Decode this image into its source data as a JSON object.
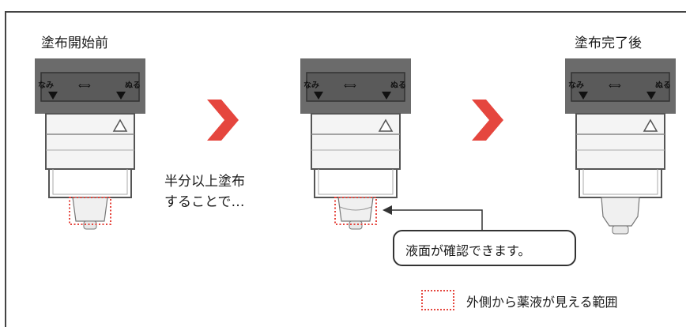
{
  "stages": [
    {
      "label": "塗布開始前"
    },
    {
      "label": ""
    },
    {
      "label": "塗布完了後"
    }
  ],
  "cap": {
    "left_text": "なみ",
    "arrow": "⟺",
    "right_text": "ぬる"
  },
  "note_line1": "半分以上塗布",
  "note_line2": "することで…",
  "callout_text": "液面が確認できます。",
  "legend_text": "外側から薬液が見える範囲",
  "colors": {
    "accent": "#e5463e",
    "cap": "#6b6b6b",
    "body": "#f4f4f4",
    "outline": "#555555"
  }
}
